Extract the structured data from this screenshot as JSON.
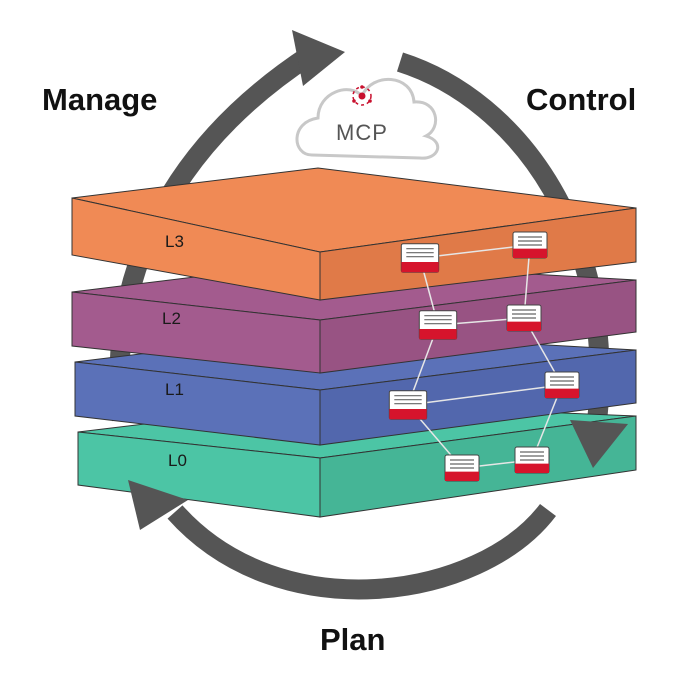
{
  "cycle": {
    "manage_label": "Manage",
    "control_label": "Control",
    "plan_label": "Plan",
    "arrow_color": "#555555"
  },
  "cloud": {
    "label": "MCP",
    "icon": "gear-cycle-icon",
    "icon_color": "#c8102e"
  },
  "layers": [
    {
      "label": "L3",
      "color": "#f08a55"
    },
    {
      "label": "L2",
      "color": "#a35b8e"
    },
    {
      "label": "L1",
      "color": "#5b71b8"
    },
    {
      "label": "L0",
      "color": "#4cc5a5"
    }
  ],
  "nodes": {
    "icon": "router-card-icon",
    "accent_color": "#d6142c"
  }
}
